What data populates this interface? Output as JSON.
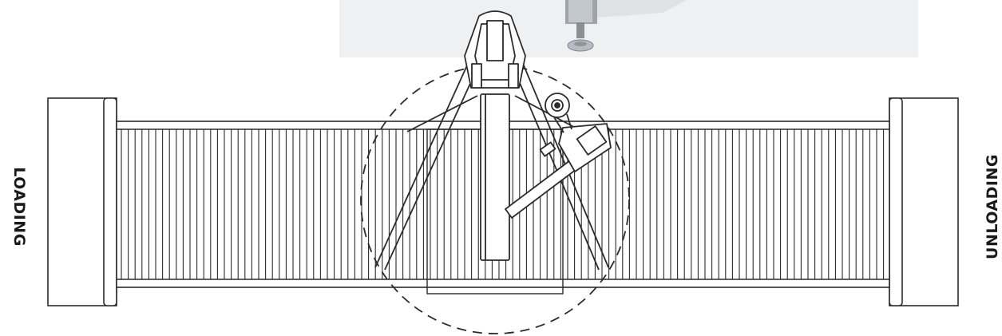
{
  "labels": {
    "loading": "LOADING",
    "unloading": "UNLOADING"
  },
  "colors": {
    "stroke": "#2b2b2b",
    "background": "#ffffff",
    "photo_bg": "#eef0f2"
  },
  "icons": [
    "conveyor-belt",
    "rotating-arm-machine",
    "dashed-rotation-circle"
  ]
}
